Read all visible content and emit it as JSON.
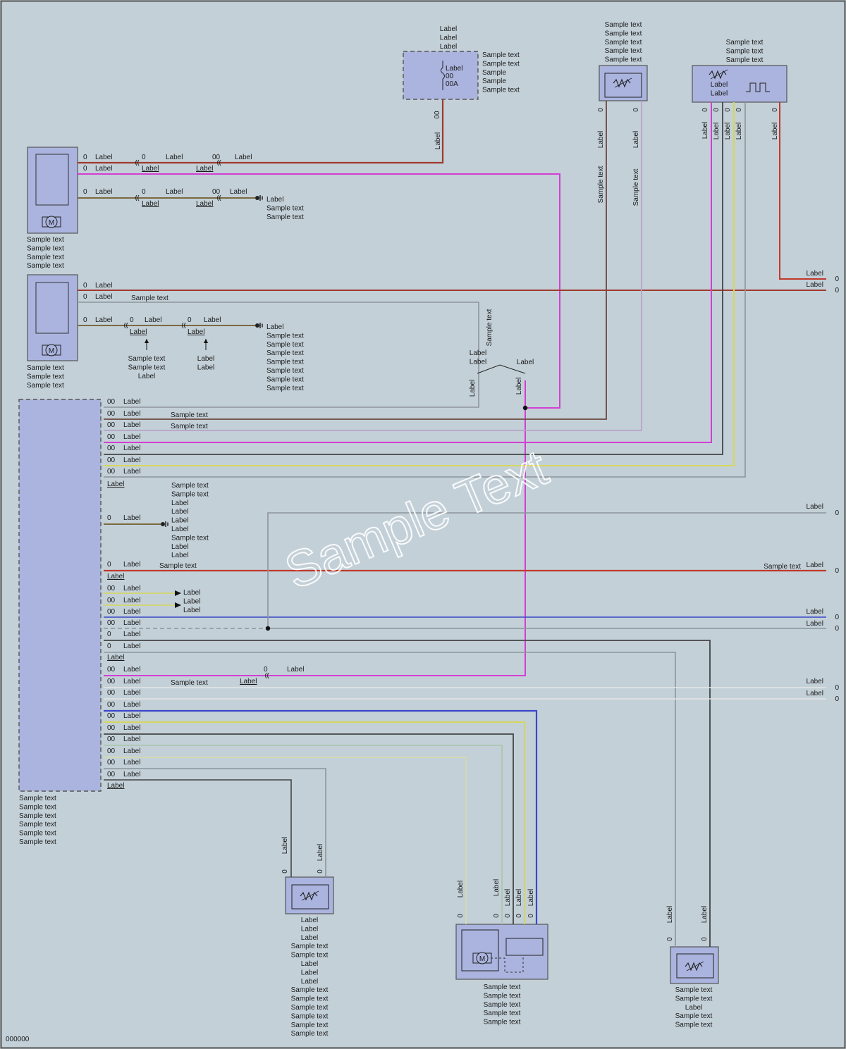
{
  "diagram_id": "000000",
  "watermark": "Sample Text",
  "components": {
    "fuse_box": {
      "title": [
        "Label",
        "Label",
        "Label"
      ],
      "desc": [
        "Sample text",
        "Sample text",
        "Sample",
        "Sample",
        "Sample text"
      ],
      "fuse": [
        "Label",
        "00",
        "00A"
      ],
      "pin": "00",
      "wire": "Label"
    },
    "cyl_head_sensor": {
      "title": [
        "Sample text",
        "Sample text",
        "Sample text",
        "Sample text",
        "Sample text"
      ]
    },
    "map_thermostat": {
      "title": [
        "Sample text",
        "Sample text",
        "Sample text"
      ],
      "sensor": [
        "Label",
        "Label"
      ]
    },
    "pump2": {
      "title": [
        "Sample text",
        "Sample text",
        "Sample text",
        "Sample text"
      ]
    },
    "pump1": {
      "title": [
        "Sample text",
        "Sample text",
        "Sample text"
      ]
    },
    "dme": {
      "title": [
        "Sample text",
        "Sample text",
        "Sample text",
        "Sample text",
        "Sample text",
        "Sample text"
      ]
    },
    "coolant_sensor": {
      "title": [
        "Label",
        "Label",
        "Label",
        "Sample text",
        "Sample text",
        "Label",
        "Label",
        "Label",
        "Sample text",
        "Sample text",
        "Sample text",
        "Sample text",
        "Sample text",
        "Sample text"
      ]
    },
    "heat_module": {
      "title": [
        "Sample text",
        "Sample text",
        "Sample text",
        "Sample text",
        "Sample text"
      ]
    },
    "radiator_sensor": {
      "title": [
        "Sample text",
        "Sample text",
        "Label",
        "Sample text",
        "Sample text"
      ]
    },
    "motor_symbol": "M"
  },
  "connectors": [
    "Label",
    "Label",
    "Label",
    "Label",
    "Label",
    "Label"
  ],
  "grounds": {
    "z10": [
      "Label",
      "Sample text",
      "Sample text"
    ],
    "z6000": [
      "Label",
      "Sample text",
      "Sample text",
      "Sample text",
      "Sample text",
      "Sample text",
      "Sample text",
      "Sample text"
    ],
    "z6000_lower": [
      "Sample text",
      "Sample text",
      "Label",
      "Label",
      "Label",
      "Label",
      "Sample text",
      "Label",
      "Label"
    ]
  },
  "notes": {
    "variant_2_0": [
      "Sample text",
      "Sample text",
      "Label"
    ],
    "variant_4_4": [
      "Label",
      "Label"
    ],
    "except_hybrid": [
      "Label",
      "Label"
    ],
    "hybrid": "Label",
    "or_vio_wht": "Sample text",
    "data_lines": [
      "Label",
      "Label",
      "Label"
    ]
  },
  "wire_labels": {
    "p2_pin3": "Label",
    "p2_pin2": "Label",
    "p2_pin1": "Label",
    "p1_pin3": "Label",
    "p1_pin2": "Label",
    "p1_pin2_alt": "Sample text",
    "p1_pin1": "Label",
    "redgrn": "Label",
    "redbrn": "Label",
    "brn": "Label",
    "ch_left": "Label",
    "ch_left_alt": "Sample text",
    "ch_right": "Label",
    "ch_right_alt": "Sample text",
    "map_vio": "Label",
    "map_blk": "Label",
    "map_yel": "Label",
    "map_wht": "Label",
    "map_red": "Label",
    "wht": "Label",
    "vio": "Label",
    "cs_left": "Label",
    "cs_right": "Label",
    "hm5": "Label",
    "hm4": "Label",
    "hm3": "Label",
    "hm2": "Label",
    "hm1": "Label",
    "rad1": "Label",
    "rad2": "Label"
  },
  "dme_pins": [
    {
      "pin": "00",
      "color": "Label",
      "alt": ""
    },
    {
      "pin": "00",
      "color": "Label",
      "alt": "Sample text"
    },
    {
      "pin": "00",
      "color": "Label",
      "alt": "Sample text"
    },
    {
      "pin": "00",
      "color": "Label",
      "alt": ""
    },
    {
      "pin": "00",
      "color": "Label",
      "alt": ""
    },
    {
      "pin": "00",
      "color": "Label",
      "alt": ""
    },
    {
      "pin": "00",
      "color": "Label",
      "alt": ""
    },
    {
      "pin": "0",
      "color": "Label",
      "alt": ""
    },
    {
      "pin": "0",
      "color": "Label",
      "alt": "Sample text"
    },
    {
      "pin": "00",
      "color": "Label",
      "alt": ""
    },
    {
      "pin": "00",
      "color": "Label",
      "alt": ""
    },
    {
      "pin": "00",
      "color": "Label",
      "alt": ""
    },
    {
      "pin": "00",
      "color": "Label",
      "alt": ""
    },
    {
      "pin": "0",
      "color": "Label",
      "alt": ""
    },
    {
      "pin": "0",
      "color": "Label",
      "alt": ""
    },
    {
      "pin": "00",
      "color": "Label",
      "alt": ""
    },
    {
      "pin": "00",
      "color": "Label",
      "alt": "Sample text"
    },
    {
      "pin": "00",
      "color": "Label",
      "alt": ""
    },
    {
      "pin": "00",
      "color": "Label",
      "alt": ""
    },
    {
      "pin": "00",
      "color": "Label",
      "alt": ""
    },
    {
      "pin": "00",
      "color": "Label",
      "alt": ""
    },
    {
      "pin": "00",
      "color": "Label",
      "alt": ""
    },
    {
      "pin": "00",
      "color": "Label",
      "alt": ""
    },
    {
      "pin": "00",
      "color": "Label",
      "alt": ""
    },
    {
      "pin": "00",
      "color": "Label",
      "alt": ""
    }
  ],
  "connector_ids": [
    "Label",
    "Label",
    "Label"
  ],
  "right_edge": [
    {
      "n": "0",
      "labels": [
        "Label"
      ]
    },
    {
      "n": "0",
      "labels": [
        "Label"
      ]
    },
    {
      "n": "0",
      "labels": [
        "Label"
      ]
    },
    {
      "n": "0",
      "labels": [
        "Label",
        "Sample text"
      ]
    },
    {
      "n": "0",
      "labels": [
        "Label"
      ]
    },
    {
      "n": "0",
      "labels": [
        "Label"
      ]
    },
    {
      "n": "0",
      "labels": [
        "Label"
      ]
    },
    {
      "n": "0",
      "labels": [
        "Label"
      ]
    }
  ],
  "pins_misc": {
    "p2": [
      "0",
      "0",
      "0"
    ],
    "p1": [
      "0",
      "0",
      "0"
    ],
    "x697_top": [
      "0",
      "0"
    ],
    "x13_top": [
      "00",
      "00"
    ],
    "x697_bot": "0",
    "x995": "0",
    "ch": [
      "0",
      "0"
    ],
    "map": [
      "0",
      "0",
      "0",
      "0",
      "0"
    ],
    "x698": "0",
    "cs": [
      "0",
      "0"
    ],
    "hm": [
      "0",
      "0",
      "0",
      "0",
      "0"
    ],
    "rad": [
      "0",
      "0"
    ]
  },
  "colors": {
    "red": "#c0392b",
    "redbrn": "#9e3a2e",
    "vio": "#d23fd2",
    "brn": "#7a6a40",
    "blkred": "#6e4840",
    "whtvio": "#b7a3c9",
    "blk": "#444444",
    "yel": "#d6d65a",
    "wht": "#e6e6e6",
    "gry": "#8e949a",
    "blu": "#3b47c9",
    "whtyel": "#d9dca8",
    "whtgrn": "#a8c6a8"
  }
}
